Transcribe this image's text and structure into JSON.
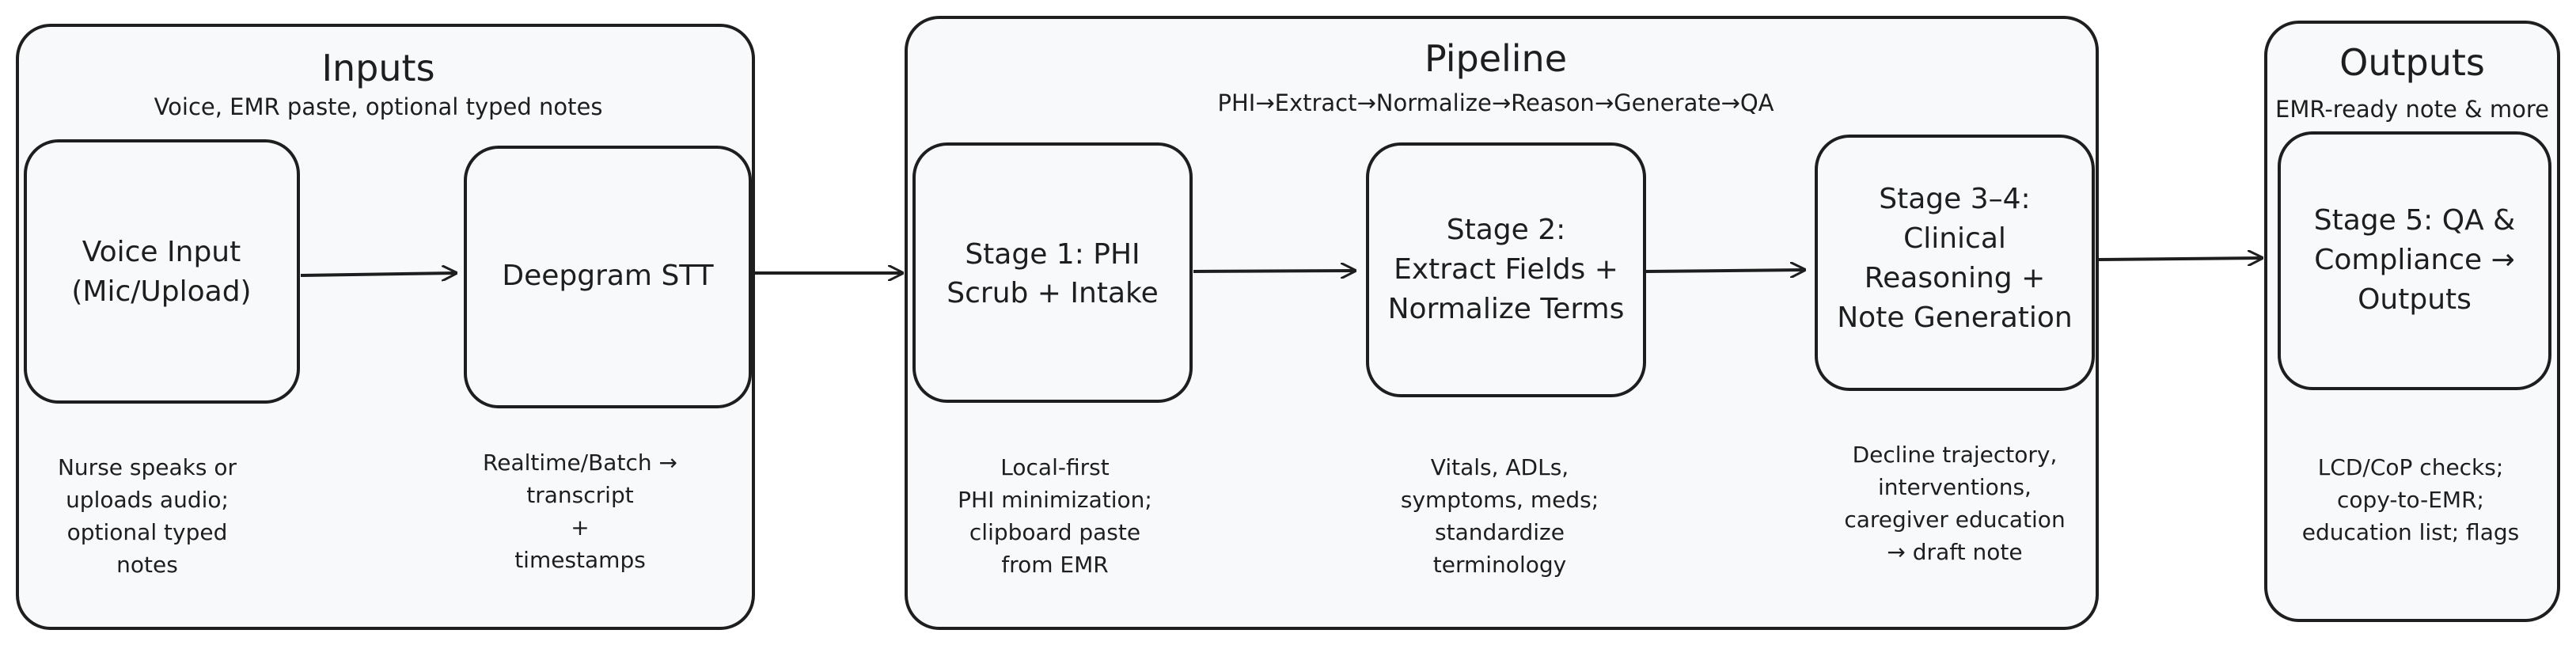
{
  "colors": {
    "stroke": "#1e1e1e",
    "group_fill": "#f8f9fa",
    "box_fill": "#f8f9fa",
    "background": "#ffffff"
  },
  "groups": {
    "inputs": {
      "title": "Inputs",
      "subtitle": "Voice, EMR paste, optional typed notes"
    },
    "pipeline": {
      "title": "Pipeline",
      "subtitle": "PHI→Extract→Normalize→Reason→Generate→QA"
    },
    "outputs": {
      "title": "Outputs",
      "subtitle": "EMR-ready note & more"
    }
  },
  "nodes": {
    "voice_input": {
      "label_lines": [
        "Voice Input",
        "(Mic/Upload)"
      ],
      "desc_lines": [
        "Nurse speaks or",
        "uploads audio;",
        "optional typed",
        "notes"
      ]
    },
    "deepgram_stt": {
      "label_lines": [
        "Deepgram STT"
      ],
      "desc_lines": [
        "Realtime/Batch →",
        "transcript",
        "+",
        "timestamps"
      ]
    },
    "stage1": {
      "label_lines": [
        "Stage 1: PHI",
        "Scrub + Intake"
      ],
      "desc_lines": [
        "Local-first",
        "PHI minimization;",
        "clipboard paste",
        "from EMR"
      ]
    },
    "stage2": {
      "label_lines": [
        "Stage 2:",
        "Extract Fields +",
        "Normalize Terms"
      ],
      "desc_lines": [
        "Vitals, ADLs,",
        "symptoms, meds;",
        "standardize",
        "terminology"
      ]
    },
    "stage34": {
      "label_lines": [
        "Stage 3–4:",
        "Clinical",
        "Reasoning +",
        "Note Generation"
      ],
      "desc_lines": [
        "Decline trajectory,",
        "interventions,",
        "caregiver education",
        "→ draft note"
      ]
    },
    "stage5": {
      "label_lines": [
        "Stage 5: QA &",
        "Compliance →",
        "Outputs"
      ],
      "desc_lines": [
        "LCD/CoP checks;",
        "copy-to-EMR;",
        "education list; flags"
      ]
    }
  }
}
